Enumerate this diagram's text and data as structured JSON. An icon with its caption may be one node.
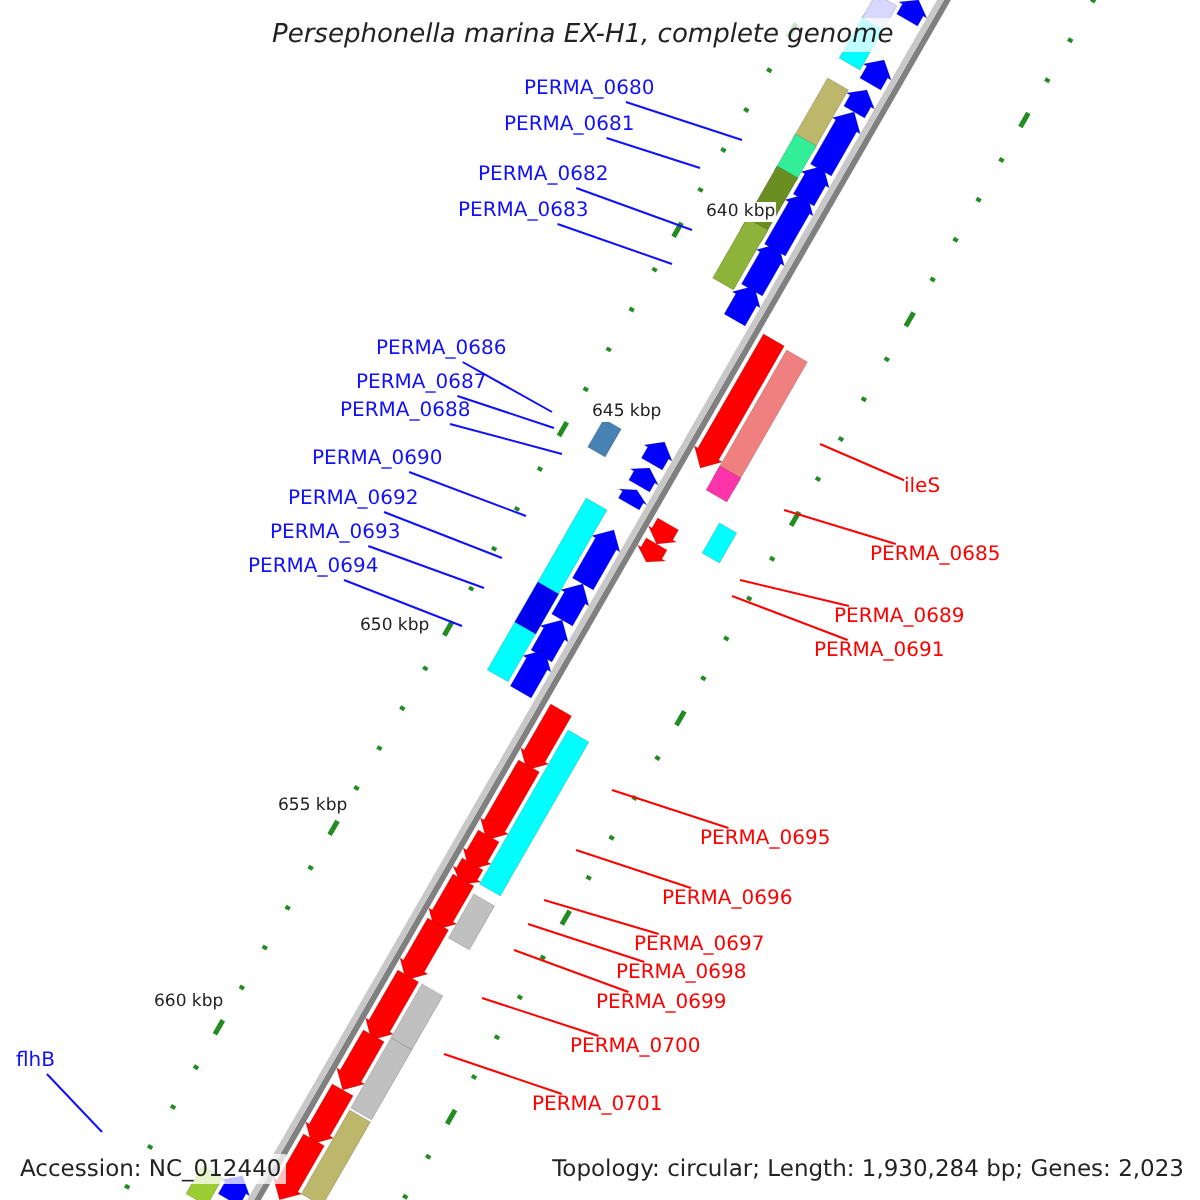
{
  "diagram": {
    "title": "Persephonella marina EX-H1, complete genome",
    "nodes": [
      {
        "text": [
          "PERMA_0680"
        ]
      },
      {
        "text": [
          "PERMA_0681"
        ]
      },
      {
        "text": [
          "PERMA_0682"
        ]
      },
      {
        "text": [
          "PERMA_0683"
        ]
      },
      {
        "text": [
          "PERMA_0686"
        ]
      },
      {
        "text": [
          "PERMA_0687"
        ]
      },
      {
        "text": [
          "PERMA_0688"
        ]
      },
      {
        "text": [
          "PERMA_0690"
        ]
      },
      {
        "text": [
          "ileS"
        ]
      },
      {
        "text": [
          "PERMA_0692"
        ]
      },
      {
        "text": [
          "PERMA_0693"
        ]
      },
      {
        "text": [
          "PERMA_0685"
        ]
      },
      {
        "text": [
          "PERMA_0694"
        ]
      },
      {
        "text": [
          "PERMA_0689"
        ]
      },
      {
        "text": [
          "PERMA_0691"
        ]
      },
      {
        "text": [
          "PERMA_0695"
        ]
      },
      {
        "text": [
          "PERMA_0696"
        ]
      },
      {
        "text": [
          "PERMA_0697"
        ]
      },
      {
        "text": [
          "PERMA_0698"
        ]
      },
      {
        "text": [
          "PERMA_0699"
        ]
      },
      {
        "text": [
          "PERMA_0700"
        ]
      },
      {
        "text": [
          "flhB"
        ]
      },
      {
        "text": [
          "PERMA_0701"
        ]
      }
    ],
    "edges": [
      {
        "from": 0,
        "to": null,
        "arrow": "none"
      },
      {
        "from": 1,
        "to": null,
        "arrow": "none"
      },
      {
        "from": 2,
        "to": null,
        "arrow": "none"
      },
      {
        "from": 3,
        "to": null,
        "arrow": "none"
      },
      {
        "from": 4,
        "to": null,
        "arrow": "none"
      },
      {
        "from": 5,
        "to": null,
        "arrow": "none"
      },
      {
        "from": 6,
        "to": null,
        "arrow": "none"
      },
      {
        "from": 7,
        "to": null,
        "arrow": "none"
      },
      {
        "from": 8,
        "to": null,
        "arrow": "none",
        "color": "#ff0000"
      },
      {
        "from": 9,
        "to": null,
        "arrow": "none"
      },
      {
        "from": 10,
        "to": null,
        "arrow": "none"
      },
      {
        "from": 11,
        "to": null,
        "arrow": "none",
        "color": "#ff0000"
      },
      {
        "from": 12,
        "to": null,
        "arrow": "none"
      },
      {
        "from": 13,
        "to": null,
        "arrow": "none",
        "color": "#ff0000"
      },
      {
        "from": 14,
        "to": null,
        "arrow": "none",
        "color": "#ff0000"
      },
      {
        "from": 15,
        "to": null,
        "arrow": "none",
        "color": "#ff0000"
      },
      {
        "from": 16,
        "to": null,
        "arrow": "none",
        "color": "#ff0000"
      },
      {
        "from": 17,
        "to": null,
        "arrow": "none",
        "color": "#ff0000"
      },
      {
        "from": 18,
        "to": null,
        "arrow": "none",
        "color": "#ff0000"
      },
      {
        "from": 19,
        "to": null,
        "arrow": "none",
        "color": "#ff0000"
      },
      {
        "from": 20,
        "to": null,
        "arrow": "none",
        "color": "#ff0000"
      },
      {
        "from": 21,
        "to": null,
        "arrow": "none"
      },
      {
        "from": 22,
        "to": null,
        "arrow": "none",
        "color": "#ff0000"
      }
    ],
    "labels": [
      "640 kbp",
      "645 kbp",
      "650 kbp",
      "655 kbp",
      "660 kbp",
      "Accession: NC_012440",
      "Topology: circular; Length: 1,930,284 bp; Genes: 2,023"
    ]
  }
}
